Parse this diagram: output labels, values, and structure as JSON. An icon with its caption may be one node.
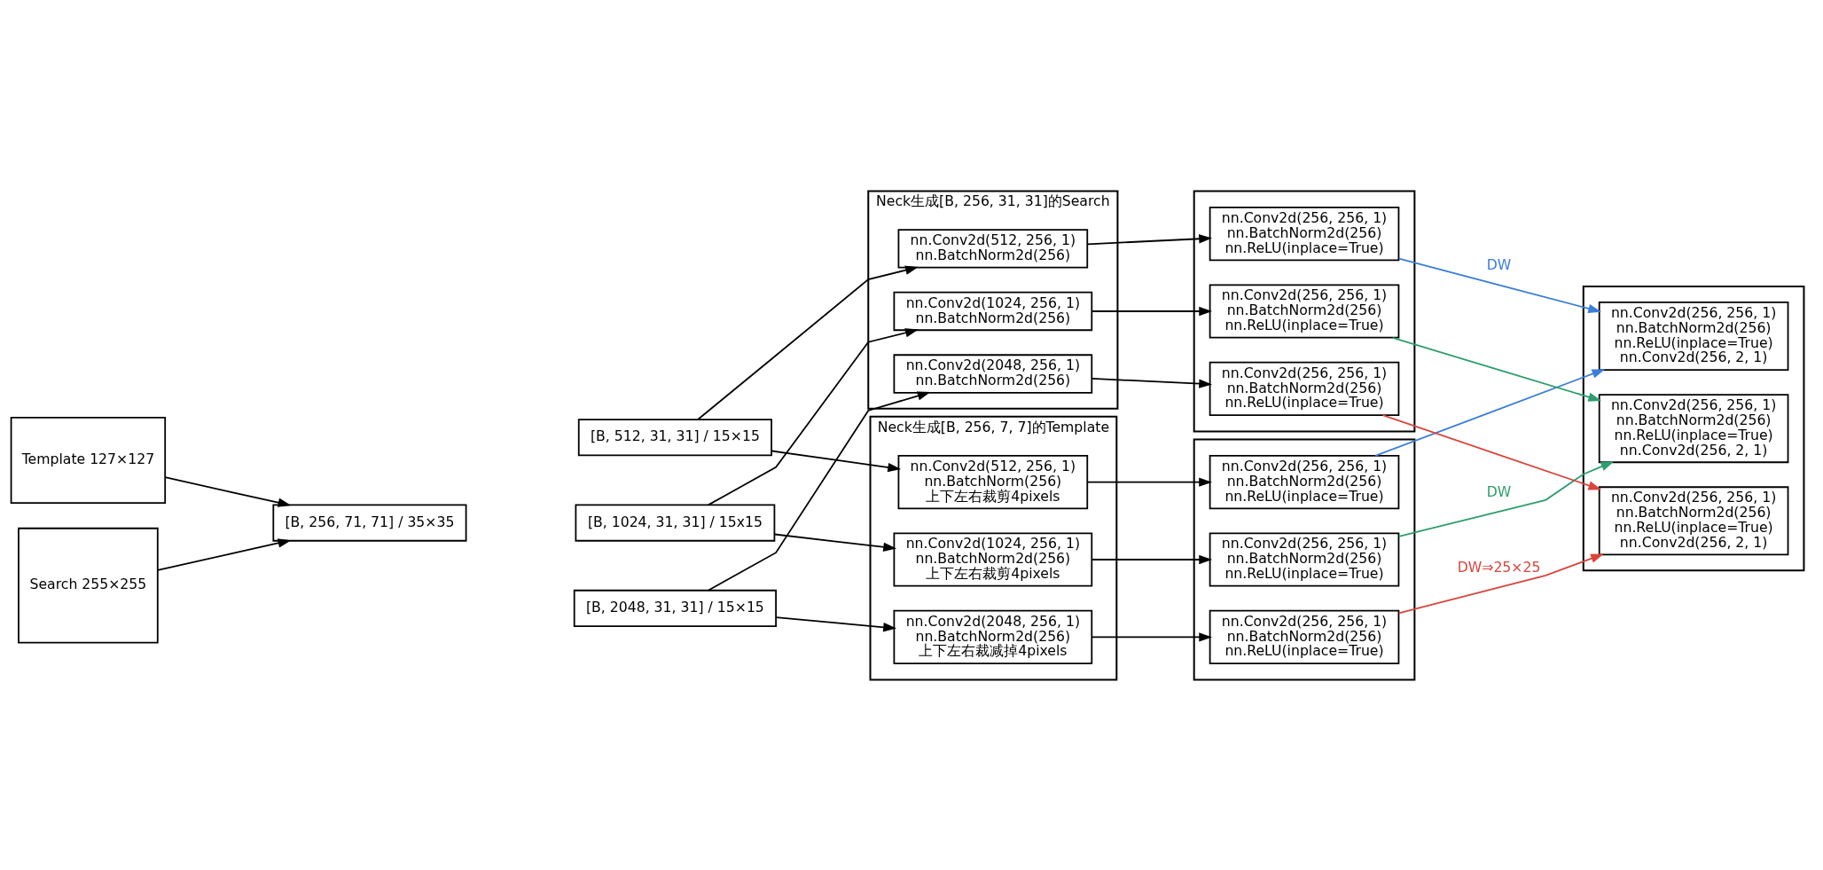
{
  "diagram": {
    "nodes": [
      {
        "text": [
          "Template 127×127"
        ]
      },
      {
        "text": [
          "Search 255×255"
        ]
      },
      {
        "text": [
          "[B, 256, 71, 71] / 35×35"
        ]
      },
      {
        "text": [
          "[B, 512, 31, 31] / 15×15"
        ]
      },
      {
        "text": [
          "[B, 1024, 31, 31] / 15x15"
        ]
      },
      {
        "text": [
          "[B, 2048, 31, 31] / 15×15"
        ]
      },
      {
        "text": [
          "Neck生成[B, 256, 7, 7]的Template"
        ]
      },
      {
        "text": [
          "nn.Conv2d(512, 256, 1)",
          "nn.BatchNorm(256)",
          "上下左右裁剪4pixels"
        ],
        "in": 6
      },
      {
        "text": [
          "nn.Conv2d(1024, 256, 1)",
          "nn.BatchNorm2d(256)",
          "上下左右裁剪4pixels"
        ],
        "in": 6
      },
      {
        "text": [
          "nn.Conv2d(2048, 256, 1)",
          "nn.BatchNorm2d(256)",
          "上下左右裁减掉4pixels"
        ],
        "in": 6
      },
      {
        "text": [],
        "shape": "box"
      },
      {
        "text": [
          "nn.Conv2d(256, 256, 1)",
          "nn.BatchNorm2d(256)",
          "nn.ReLU(inplace=True)"
        ],
        "in": 10
      },
      {
        "text": [
          "nn.Conv2d(256, 256, 1)",
          "nn.BatchNorm2d(256)",
          "nn.ReLU(inplace=True)"
        ],
        "in": 10
      },
      {
        "text": [
          "nn.Conv2d(256, 256, 1)",
          "nn.BatchNorm2d(256)",
          "nn.ReLU(inplace=True)"
        ],
        "in": 10
      },
      {
        "text": [
          "Neck生成[B, 256, 31, 31]的Search"
        ]
      },
      {
        "text": [
          "nn.Conv2d(2048, 256, 1)",
          "nn.BatchNorm2d(256)"
        ],
        "in": 14
      },
      {
        "text": [
          "nn.Conv2d(1024, 256, 1)",
          "nn.BatchNorm2d(256)"
        ],
        "in": 14
      },
      {
        "text": [
          "nn.Conv2d(512, 256, 1)",
          "nn.BatchNorm2d(256)"
        ],
        "in": 14
      },
      {
        "text": [],
        "shape": "box"
      },
      {
        "text": [
          "nn.Conv2d(256, 256, 1)",
          "nn.BatchNorm2d(256)",
          "nn.ReLU(inplace=True)"
        ],
        "in": 18
      },
      {
        "text": [
          "nn.Conv2d(256, 256, 1)",
          "nn.BatchNorm2d(256)",
          "nn.ReLU(inplace=True)"
        ],
        "in": 18
      },
      {
        "text": [
          "nn.Conv2d(256, 256, 1)",
          "nn.BatchNorm2d(256)",
          "nn.ReLU(inplace=True)"
        ],
        "in": 18
      },
      {
        "text": [],
        "shape": "box"
      },
      {
        "text": [
          "nn.Conv2d(256, 256, 1)",
          "nn.BatchNorm2d(256)",
          "nn.ReLU(inplace=True)",
          "nn.Conv2d(256, 2, 1)"
        ],
        "in": 22
      },
      {
        "text": [
          "nn.Conv2d(256, 256, 1)",
          "nn.BatchNorm2d(256)",
          "nn.ReLU(inplace=True)",
          "nn.Conv2d(256, 2, 1)"
        ],
        "in": 22
      },
      {
        "text": [
          "nn.Conv2d(256, 256, 1)",
          "nn.BatchNorm2d(256)",
          "nn.ReLU(inplace=True)",
          "nn.Conv2d(256, 2, 1)"
        ],
        "in": 22
      }
    ],
    "edges": [
      {
        "from": 0,
        "to": 2,
        "arrow": "to"
      },
      {
        "from": 1,
        "to": 2,
        "arrow": "to"
      },
      {
        "from": 3,
        "to": 7,
        "arrow": "to"
      },
      {
        "from": 4,
        "to": 8,
        "arrow": "to"
      },
      {
        "from": 5,
        "to": 9,
        "arrow": "to"
      },
      {
        "from": 5,
        "to": 15,
        "arrow": "to"
      },
      {
        "from": 4,
        "to": 16,
        "arrow": "to"
      },
      {
        "from": 3,
        "to": 17,
        "arrow": "to"
      },
      {
        "from": 7,
        "to": 11,
        "arrow": "to"
      },
      {
        "from": 8,
        "to": 12,
        "arrow": "to"
      },
      {
        "from": 9,
        "to": 13,
        "arrow": "to"
      },
      {
        "from": 15,
        "to": 19,
        "arrow": "to"
      },
      {
        "from": 16,
        "to": 20,
        "arrow": "to"
      },
      {
        "from": 17,
        "to": 21,
        "arrow": "to"
      },
      {
        "from": 12,
        "to": 23,
        "arrow": "to",
        "label": "DW",
        "color": "#2e9e6e"
      },
      {
        "from": 20,
        "to": 23,
        "arrow": "to",
        "color": "#2e9e6e"
      },
      {
        "from": 13,
        "to": 24,
        "arrow": "to",
        "label": "DW⇒25×25",
        "color": "#d9453c"
      },
      {
        "from": 19,
        "to": 24,
        "arrow": "to",
        "color": "#d9453c"
      },
      {
        "from": 11,
        "to": 25,
        "arrow": "to",
        "color": "#3b7dd8"
      },
      {
        "from": 21,
        "to": 25,
        "arrow": "to",
        "label": "DW",
        "color": "#3b7dd8"
      }
    ]
  }
}
